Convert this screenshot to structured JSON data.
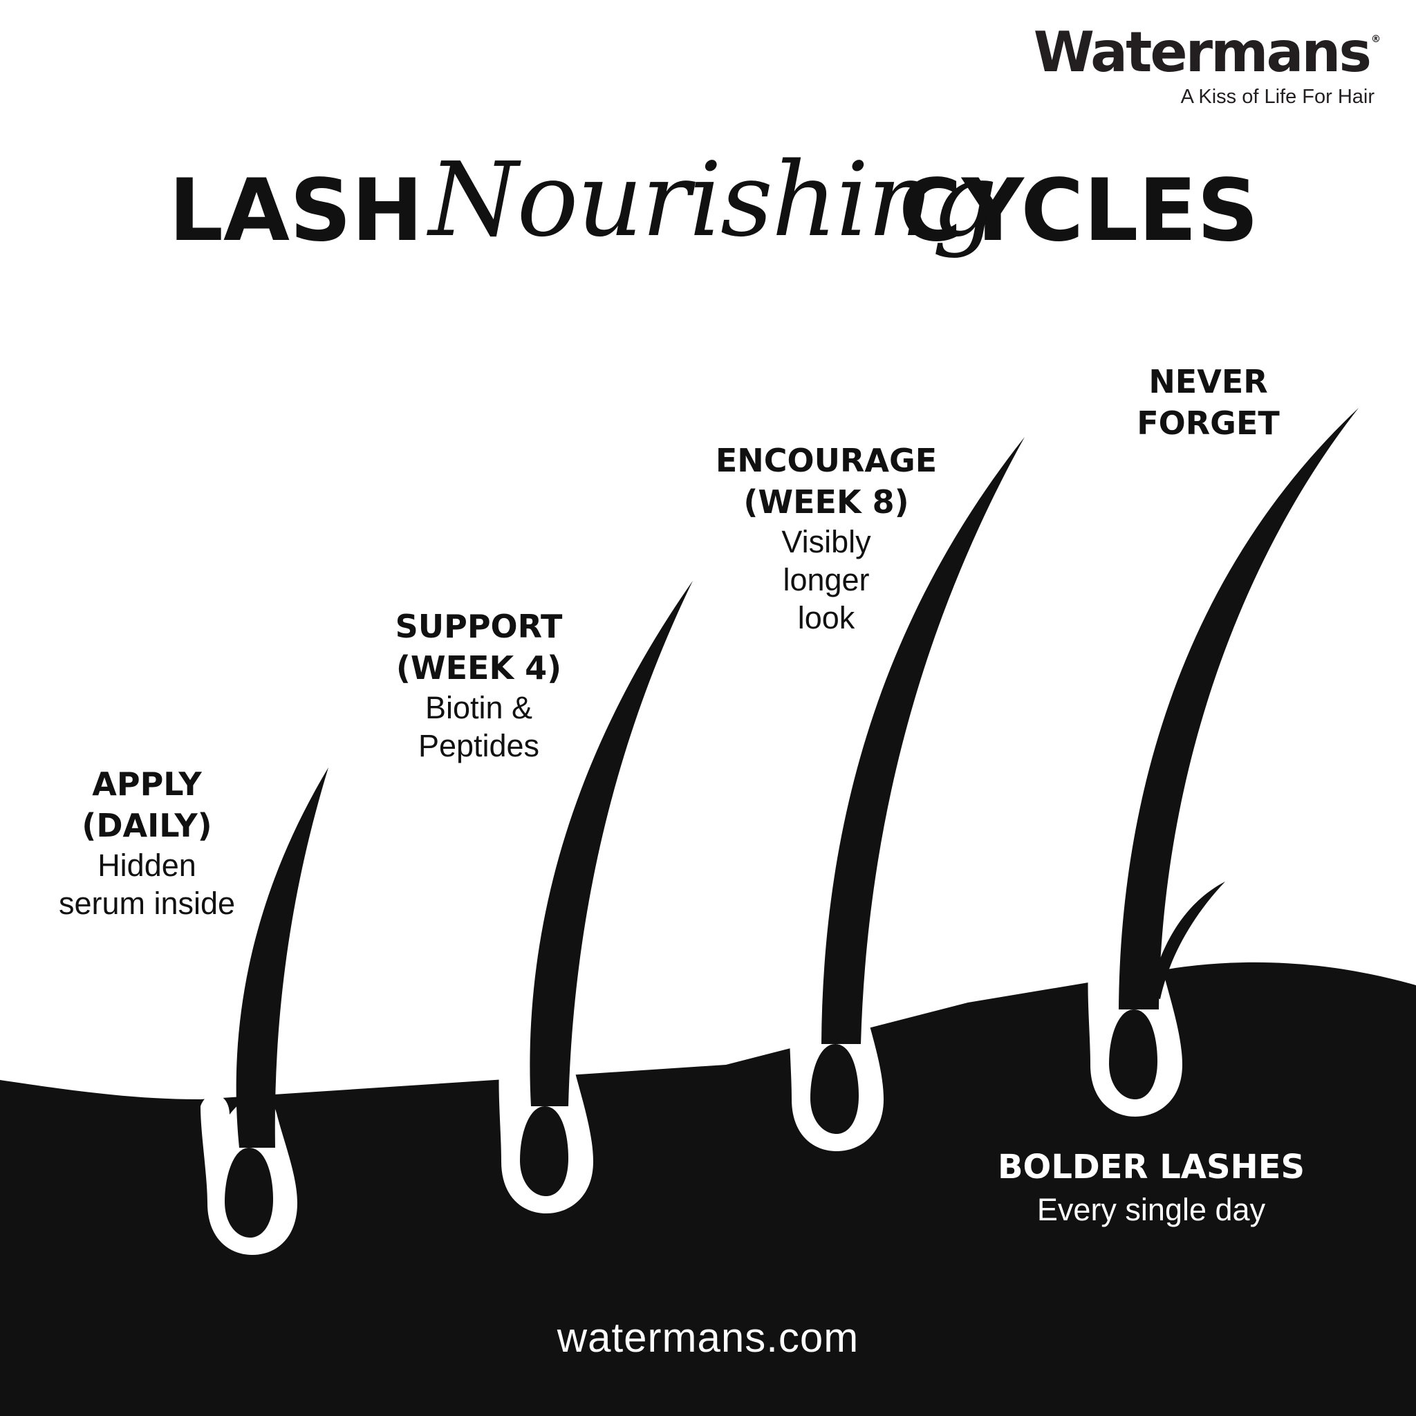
{
  "brand": {
    "name": "Watermans",
    "registered": "®",
    "tagline": "A Kiss of Life For Hair"
  },
  "title": {
    "left": "LASH",
    "script": "Nourishing",
    "right": "CYCLES"
  },
  "stages": [
    {
      "heading_1": "APPLY",
      "heading_2": "(DAILY)",
      "desc_1": "Hidden",
      "desc_2": "serum inside"
    },
    {
      "heading_1": "SUPPORT",
      "heading_2": "(WEEK 4)",
      "desc_1": "Biotin &",
      "desc_2": "Peptides"
    },
    {
      "heading_1": "ENCOURAGE",
      "heading_2": "(WEEK 8)",
      "desc_1": "Visibly",
      "desc_2": "longer",
      "desc_3": "look"
    },
    {
      "heading_1": "NEVER",
      "heading_2": "FORGET"
    }
  ],
  "result": {
    "heading": "BOLDER LASHES",
    "desc": "Every single day"
  },
  "footer": {
    "url": "watermans.com"
  },
  "colors": {
    "ink": "#111111",
    "background": "#ffffff"
  }
}
